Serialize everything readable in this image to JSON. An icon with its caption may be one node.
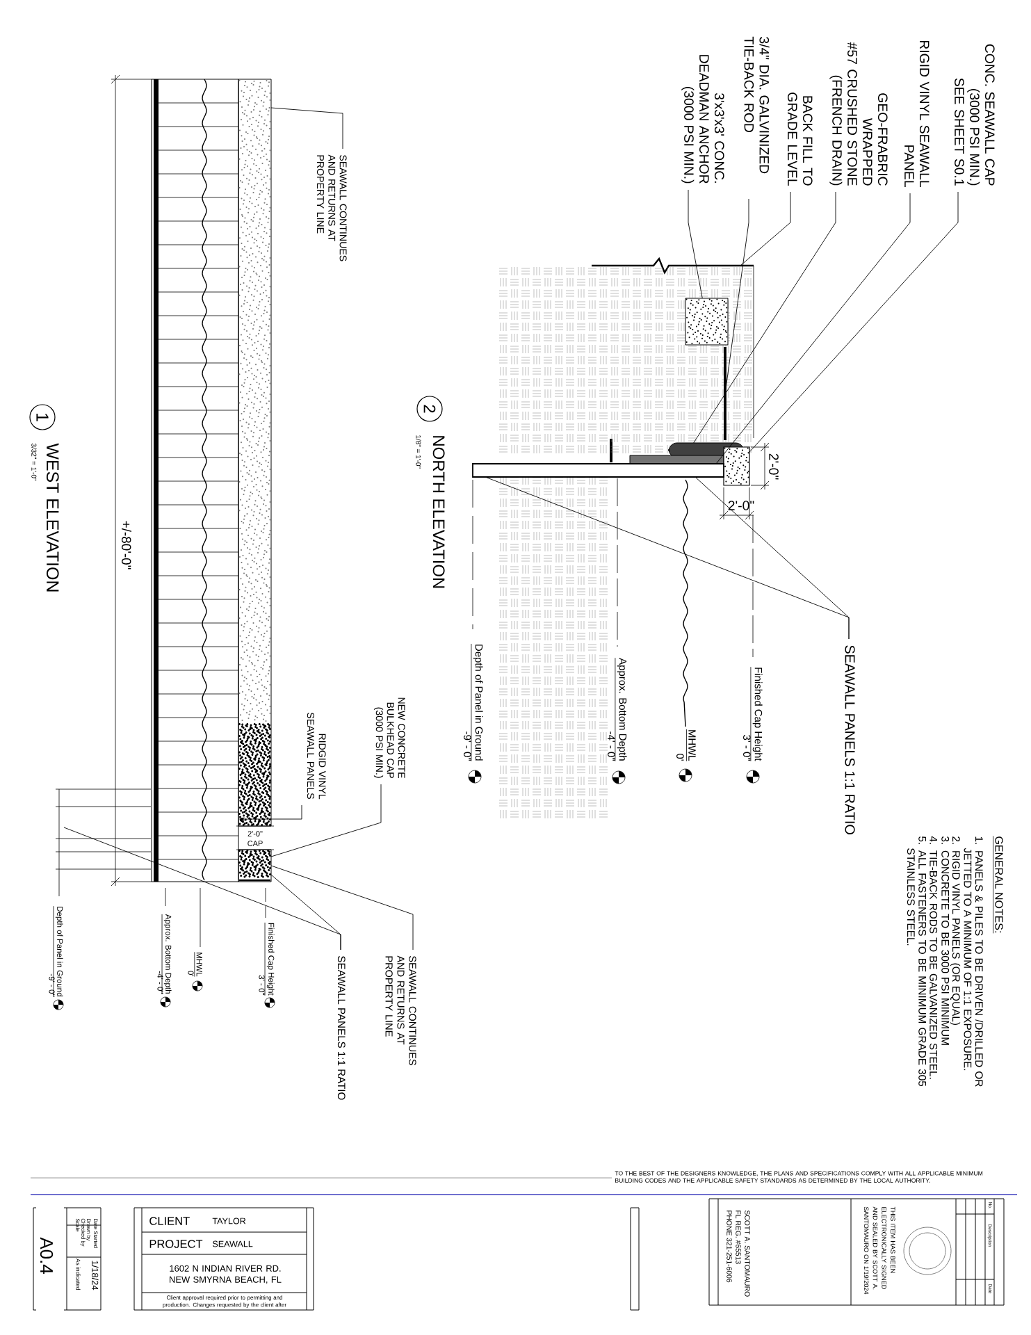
{
  "diagram": {
    "nodes": [
      {
        "text": [
          "1"
        ],
        "beside": [
          "WEST ELEVATION",
          "3/32\" = 1'-0\""
        ]
      },
      {
        "text": [
          "2"
        ],
        "beside": [
          "NORTH ELEVATION",
          "1/8\" = 1'-0\""
        ]
      },
      {
        "text": [
          "CONC. SEAWALL CAP (3000 PSI MIN.) SEE SHEET S0.1"
        ]
      },
      {
        "text": [
          "RIGID VINYL SEAWALL PANEL"
        ]
      },
      {
        "text": [
          "GEO-FRABRIC WRAPPED #57 CRUSHED STONE (FRENCH DRAIN)"
        ]
      },
      {
        "text": [
          "BACK FILL TO GRADE LEVEL"
        ]
      },
      {
        "text": [
          "3/4\" DIA. GALVINIZED TIE-BACK ROD"
        ]
      },
      {
        "text": [
          "3'x3'x3' CONC. DEADMAN ANCHOR (3000 PSI MIN.)"
        ]
      },
      {
        "text": [
          "SEAWALL PANELS 1:1 RATIO"
        ]
      },
      {
        "text": [
          "SEAWALL CONTINUES AND RETURNS AT PROPERTY LINE"
        ]
      },
      {
        "text": [
          "NEW CONCRETE BULKHEAD CAP (3000 PSI MIN.)"
        ]
      },
      {
        "text": [
          "RIDGID VINYL SEAWALL PANELS"
        ]
      },
      {
        "text": [
          "SEAWALL PANELS 1:1 RATIO"
        ]
      },
      {
        "text": [
          "SEAWALL CONTINUES AND RETURNS AT PROPERTY LINE"
        ]
      },
      {
        "text": [],
        "shape": "box"
      },
      {
        "text": [],
        "shape": "box",
        "in": 14
      },
      {
        "text": [],
        "shape": "bar",
        "in": 14
      },
      {
        "text": [],
        "shape": "box",
        "in": 14
      },
      {
        "text": [],
        "shape": "box"
      },
      {
        "text": [],
        "shape": "bar"
      },
      {
        "text": [],
        "shape": "box"
      },
      {
        "text": [],
        "shape": "box"
      },
      {
        "text": [],
        "shape": "box"
      }
    ],
    "edges": [
      {
        "from": 2,
        "to": 18,
        "arrow": "none"
      },
      {
        "from": 3,
        "to": 19,
        "arrow": "none"
      },
      {
        "from": 4,
        "to": 17,
        "arrow": "none"
      },
      {
        "from": 5,
        "to": 14,
        "arrow": "none"
      },
      {
        "from": 6,
        "to": 16,
        "arrow": "none"
      },
      {
        "from": 7,
        "to": 15,
        "arrow": "none"
      },
      {
        "from": 8,
        "to": 19,
        "arrow": "none"
      },
      {
        "from": 8,
        "to": 19,
        "arrow": "none"
      },
      {
        "from": 9,
        "to": 22,
        "arrow": "none"
      },
      {
        "from": 10,
        "to": 21,
        "arrow": "none"
      },
      {
        "from": 11,
        "to": 20,
        "arrow": "to"
      },
      {
        "from": 12,
        "to": 21,
        "arrow": "none"
      },
      {
        "from": 12,
        "to": null,
        "arrow": "none"
      },
      {
        "from": 13,
        "to": 21,
        "arrow": "none"
      }
    ],
    "labels": [
      "+/-80'-0\"",
      "2'-0\"",
      "CAP",
      "Finished Cap Height",
      "3' - 0\"",
      "MHWL",
      "0'",
      "Approx. Bottom Depth",
      "-4' - 0\"",
      "Depth of Panel in Ground",
      "-9' - 0\"",
      "Finished Cap Height",
      "3' - 0\"",
      "MHWL",
      "0'",
      "Approx. Bottom Depth",
      "-4' - 0\"",
      "Depth of Panel in Ground",
      "-9' - 0\"",
      "2'-0\"",
      "2'-0\"",
      "GENERAL NOTES:",
      "1. PANELS & PILES TO BE DRIVEN /DRILLED OR JETTED TO A MINIMUM OF 1:1 EXPOSURE.",
      "2. RIGID VINYL PANELS (OR EQUAL)",
      "3. CONCRETE TO BE 3000 PSI MINIMUM",
      "4. TIE-BACK RODS TO BE GALVANIZED STEEL.",
      "5. ALL FASTENERS TO BE MINIMUM GRADE 305 STAINLESS STEEL.",
      "TO THE BEST OF THE DESIGNERS KNOWLEDGE, THE PLANS AND SPECIFICATIONS COMPLY WITH ALL APPLICABLE MINIMUM BUILDING CODES AND THE APPLICABLE SAFETY STANDARDS AS DETERMINED BY THE LOCAL AUTHORITY.",
      "A0.4",
      "Date Started",
      "1/18/24",
      "Drawn by",
      "Checked by",
      "Scale",
      "As indicated",
      "CLIENT",
      "TAYLOR",
      "PROJECT",
      "SEAWALL",
      "1602 N INDIAN RIVER RD. NEW SMYRNA BEACH, FL",
      "Client approval required prior to permitting and production. Changes requested by the client after",
      "SCOTT A. SANTOMAURO",
      "FL REG. #65513",
      "PHONE 321-251-6006",
      "THIS ITEM HAS BEEN ELECTRONICALLY SIGNED AND SEALED BY SCOTT A. SANTOMAURO ON 1/19/2024",
      "No.",
      "Description",
      "Date"
    ]
  }
}
